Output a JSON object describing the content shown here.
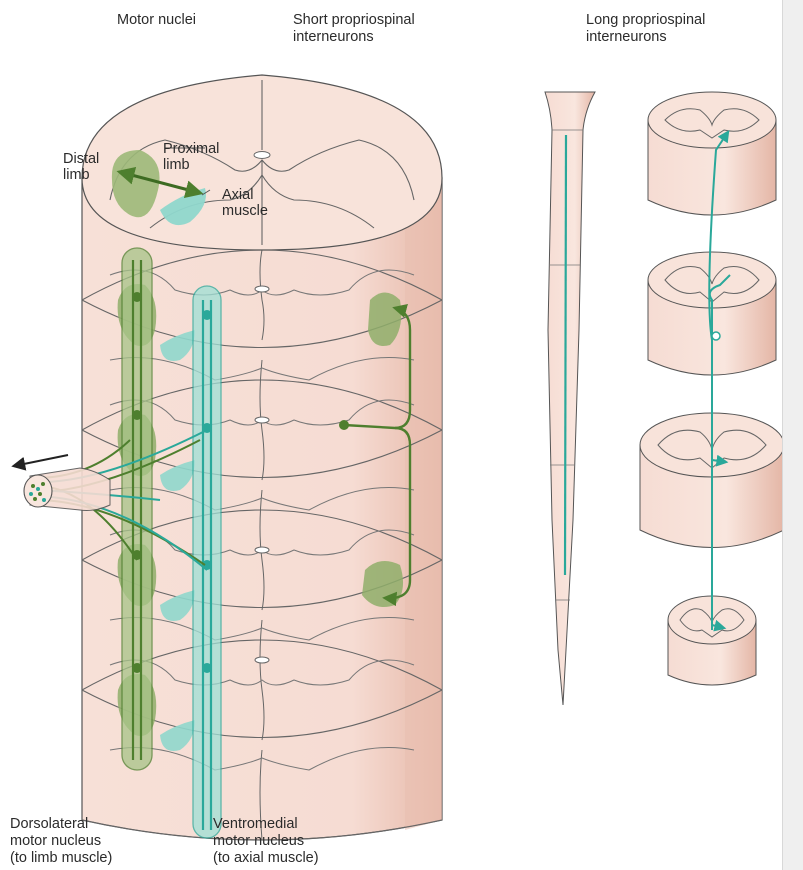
{
  "labels": {
    "motor_nuclei": "Motor nuclei",
    "short_propriospinal_1": "Short propriospinal",
    "short_propriospinal_2": "interneurons",
    "long_propriospinal_1": "Long propriospinal",
    "long_propriospinal_2": "interneurons",
    "distal_1": "Distal",
    "distal_2": "limb",
    "proximal_1": "Proximal",
    "proximal_2": "limb",
    "axial_1": "Axial",
    "axial_2": "muscle",
    "dorsolateral_1": "Dorsolateral",
    "dorsolateral_2": "motor nucleus",
    "dorsolateral_3": "(to limb muscle)",
    "ventromedial_1": "Ventromedial",
    "ventromedial_2": "motor nucleus",
    "ventromedial_3": "(to axial muscle)"
  },
  "colors": {
    "cord_fill": "#f6dcd3",
    "cord_shade": "#ebc3b6",
    "outline": "#555555",
    "limb_green": "#4e7f2e",
    "limb_green_fill": "#8fae6a",
    "axial_teal": "#2aa89a",
    "axial_teal_fill": "#8fd7cc"
  }
}
